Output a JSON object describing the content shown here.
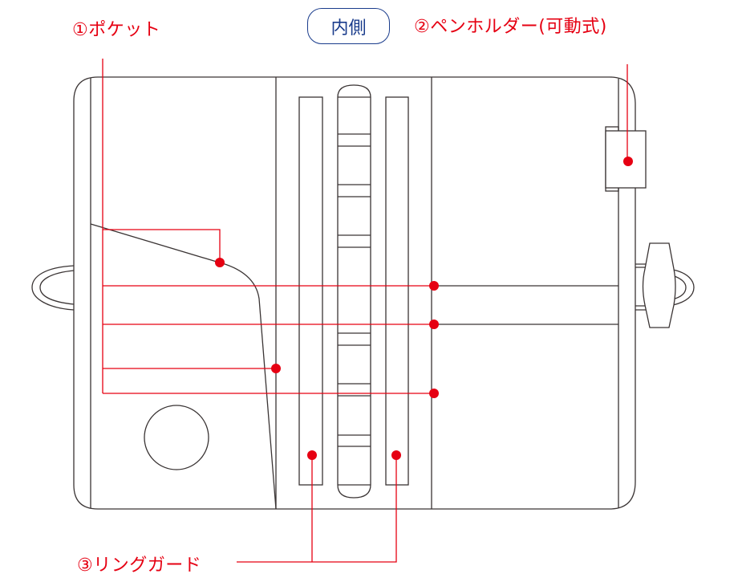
{
  "title_badge": "内側",
  "labels": {
    "pocket": "①ポケット",
    "pen_holder": "②ペンホルダー(可動式)",
    "ring_guard": "③リングガード"
  },
  "colors": {
    "callout": "#e60012",
    "badge": "#1a3c8c",
    "outline": "#3a3434"
  }
}
